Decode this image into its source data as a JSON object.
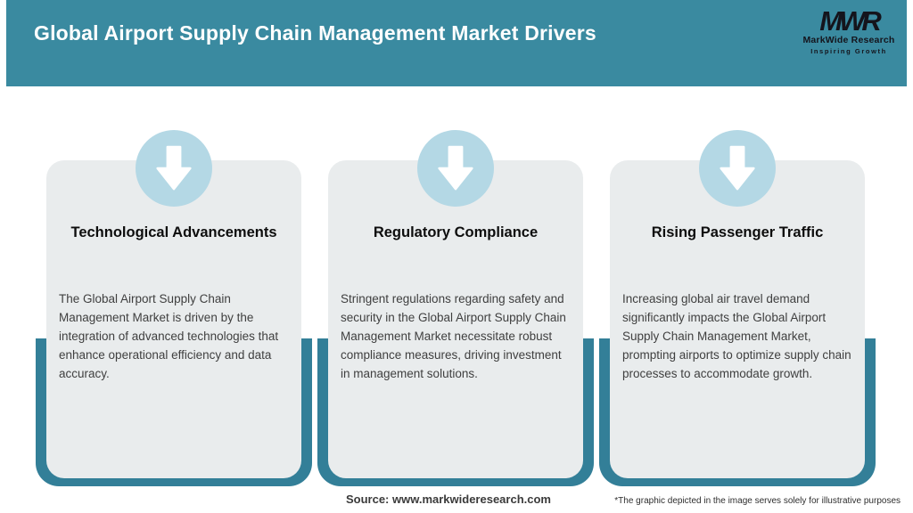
{
  "header": {
    "title": "Global Airport Supply Chain Management Market Drivers"
  },
  "logo": {
    "monogram": "MWR",
    "name": "MarkWide Research",
    "tagline": "Inspiring Growth"
  },
  "cards": [
    {
      "icon": "down-arrow-icon",
      "title": "Technological Advancements",
      "body": "The Global Airport Supply Chain Management Market is driven by the integration of advanced technologies that enhance operational efficiency and data accuracy."
    },
    {
      "icon": "down-arrow-icon",
      "title": "Regulatory Compliance",
      "body": "Stringent regulations regarding safety and security in the Global Airport Supply Chain Management Market necessitate robust compliance measures, driving investment in management solutions."
    },
    {
      "icon": "down-arrow-icon",
      "title": "Rising Passenger Traffic",
      "body": "Increasing global air travel demand significantly impacts the Global Airport Supply Chain Management Market, prompting airports to optimize supply chain processes to accommodate growth."
    }
  ],
  "footer": {
    "source": "Source: www.markwideresearch.com",
    "disclaimer": "*The graphic depicted in the image serves solely for illustrative purposes"
  },
  "colors": {
    "header_teal": "#3a8aa0",
    "tray_teal": "#337f98",
    "card_gray": "#e9eced",
    "icon_blue": "#b4d8e5",
    "logo_dark": "#14141c"
  }
}
